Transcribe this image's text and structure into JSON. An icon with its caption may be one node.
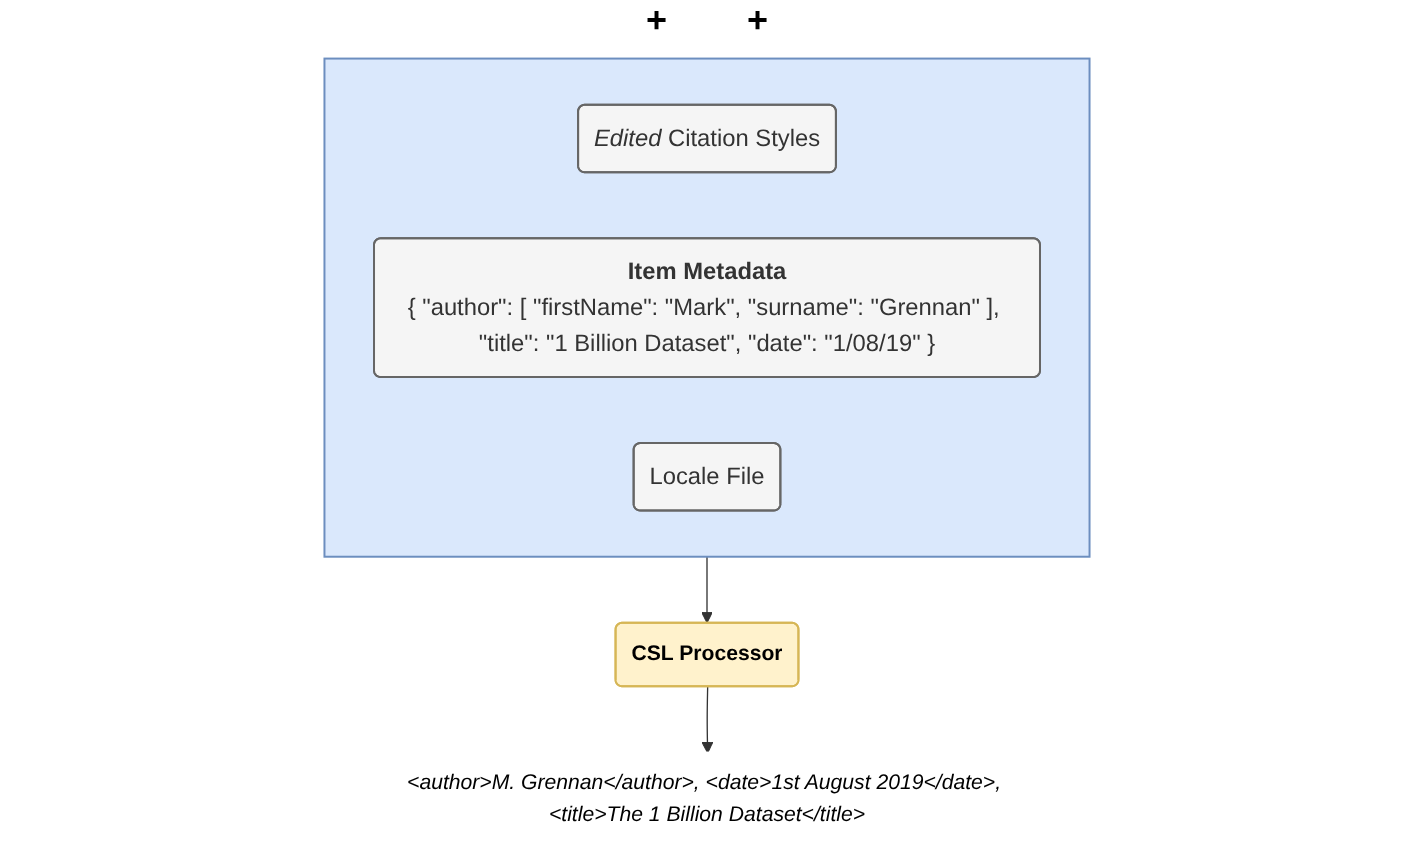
{
  "diagram": {
    "nodes": [
      {
        "text": [],
        "shape": "box"
      },
      {
        "text": [
          "*Edited* Citation Styles"
        ],
        "in": 0
      },
      {
        "text": [
          "Item Metadata",
          "{ \"author\": [ \"firstName\": \"Mark\", \"surname\": \"Grennan\" ], \"title\": \"1 Billion Dataset\", \"date\": \"1/08/19\" }"
        ],
        "in": 0
      },
      {
        "text": [
          "Locale File"
        ],
        "in": 0
      },
      {
        "text": [
          "CSL Processor"
        ]
      },
      {
        "text": [
          "<author>M. Grennan</author>, <date>1st August 2019</date>, <title>The 1 Billion Dataset</title>"
        ]
      }
    ],
    "edges": [
      {
        "from": 0,
        "to": 4,
        "arrow": "to"
      },
      {
        "from": 4,
        "to": 5,
        "arrow": "to"
      }
    ],
    "labels": [
      "+",
      "+"
    ]
  }
}
